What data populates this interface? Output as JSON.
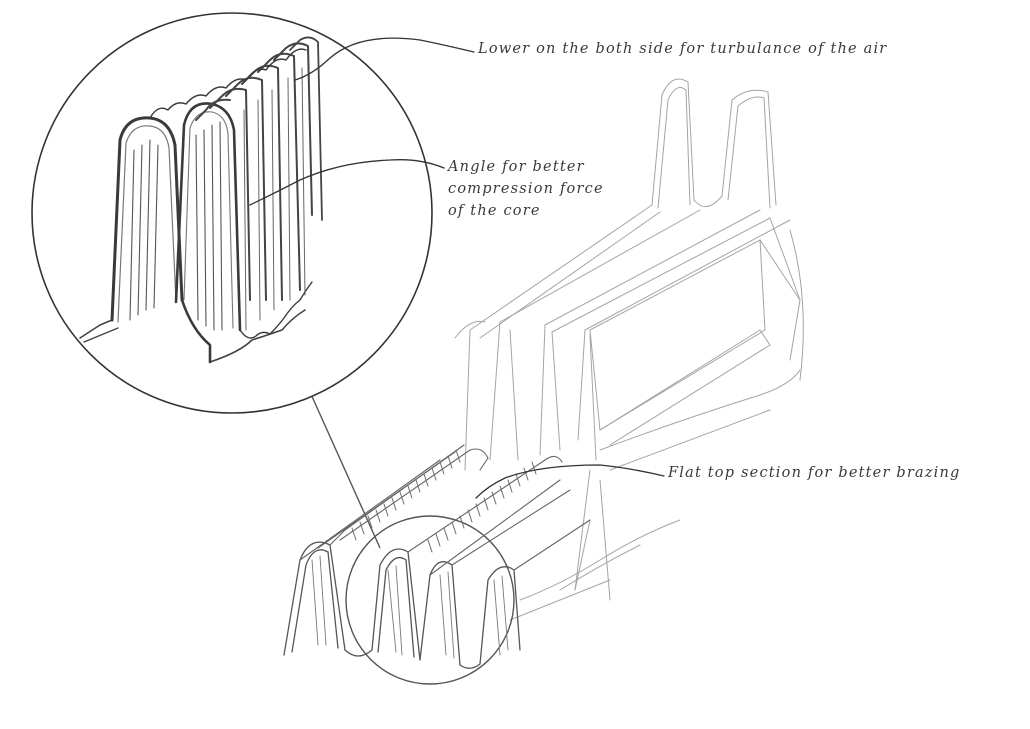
{
  "annotations": {
    "turbulence": "Lower on the both side for turbulance of the air",
    "angle_lines": [
      "Angle for better",
      "compression force",
      "of the core"
    ],
    "flat_top": "Flat top section for better brazing"
  },
  "colors": {
    "ink": "#3a3a3a",
    "light_ink": "#9a9a9a",
    "fin_shade": "#6b6b6b",
    "background": "#ffffff"
  }
}
